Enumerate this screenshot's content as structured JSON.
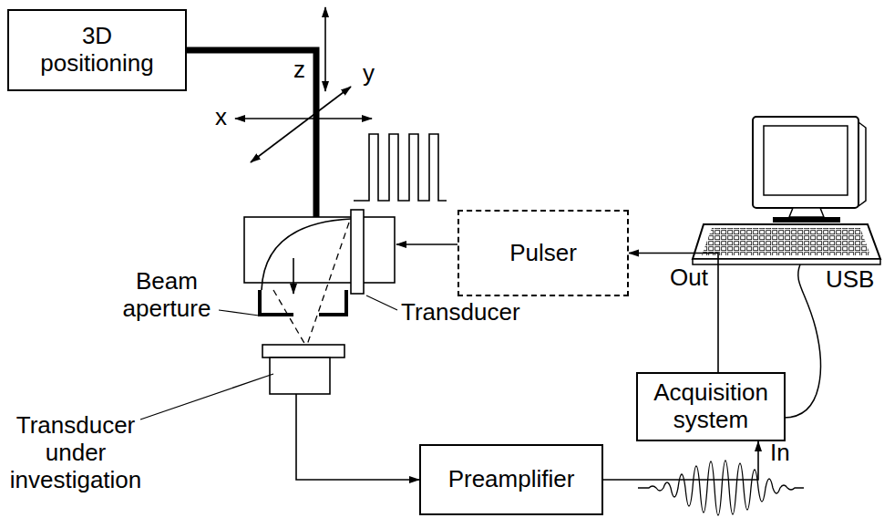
{
  "diagram": {
    "nodes": [
      {
        "text": [
          "3D positioning"
        ]
      },
      {
        "text": [
          "Pulser"
        ]
      },
      {
        "text": [
          "Acquisition system"
        ]
      },
      {
        "text": [
          "Preamplifier"
        ]
      }
    ],
    "edges": [
      {
        "from": 2,
        "to": 1,
        "arrow": "to"
      },
      {
        "from": 3,
        "to": 2,
        "arrow": "to"
      }
    ],
    "labels": [
      "z",
      "y",
      "x",
      "Beam aperture",
      "Transducer",
      "Out",
      "USB",
      "Transducer under investigation",
      "In"
    ]
  }
}
